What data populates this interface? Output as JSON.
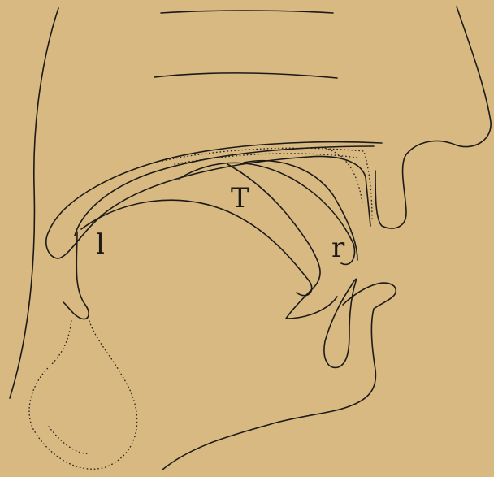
{
  "diagram": {
    "background_color": "#d9b982",
    "ink_color": "#1c1a17",
    "symbols": {
      "front": "l",
      "middle": "T",
      "back": "r"
    }
  }
}
